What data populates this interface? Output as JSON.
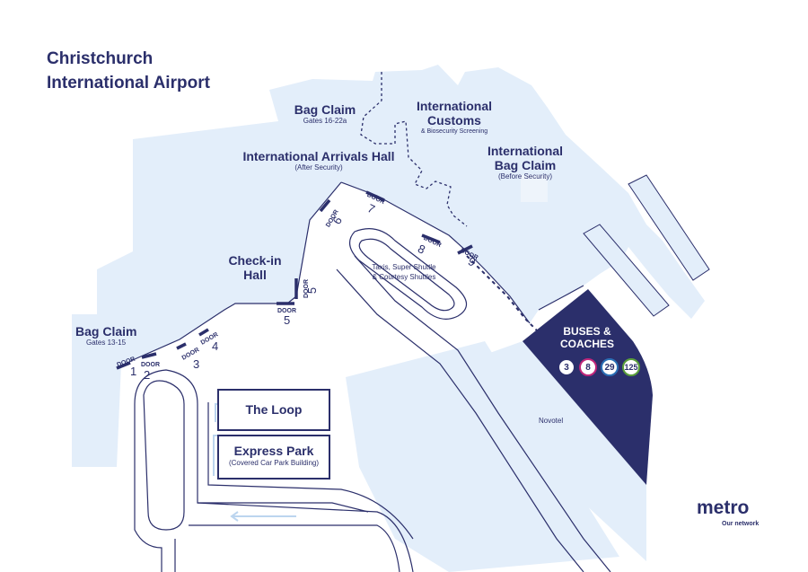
{
  "title": {
    "line1": "Christchurch",
    "line2": "International Airport"
  },
  "areas": {
    "bag_claim_16": {
      "name": "Bag Claim",
      "sub": "Gates 16-22a"
    },
    "intl_customs": {
      "name_line1": "International",
      "name_line2": "Customs",
      "sub": "& Biosecurity Screening"
    },
    "intl_arrivals": {
      "name": "International Arrivals Hall",
      "sub": "(After Security)"
    },
    "intl_bag_claim": {
      "name_line1": "International",
      "name_line2": "Bag Claim",
      "sub": "(Before Security)"
    },
    "check_in": {
      "name_line1": "Check-in",
      "name_line2": "Hall"
    },
    "bag_claim_13": {
      "name": "Bag Claim",
      "sub": "Gates 13-15"
    },
    "shuttles": {
      "line1": "Taxis, Super Shuttle",
      "line2": "& Courtesy Shuttles"
    },
    "the_loop": {
      "name": "The Loop"
    },
    "express_park": {
      "name": "Express Park",
      "sub": "(Covered Car Park Building)"
    },
    "novotel": {
      "name": "Novotel"
    },
    "buses": {
      "line1": "BUSES &",
      "line2": "COACHES"
    }
  },
  "doors": {
    "label": "DOOR",
    "d1": "1",
    "d2": "2",
    "d3": "3",
    "d4": "4",
    "d5a": "5",
    "d5b": "5",
    "d6": "6",
    "d7": "7",
    "d8": "8",
    "d9": "9"
  },
  "bus_routes": [
    {
      "number": "3",
      "color": "#2b2f6b"
    },
    {
      "number": "8",
      "color": "#c0267a"
    },
    {
      "number": "29",
      "color": "#2a6fb5"
    },
    {
      "number": "125",
      "color": "#5a9e3a"
    }
  ],
  "brand": {
    "name": "metro",
    "tagline": "Our network"
  },
  "colors": {
    "navy": "#2b2f6b",
    "building": "#e3eefa",
    "route_3": "#2b2f6b",
    "route_8": "#c0267a",
    "route_29": "#2a6fb5",
    "route_125": "#5a9e3a"
  }
}
